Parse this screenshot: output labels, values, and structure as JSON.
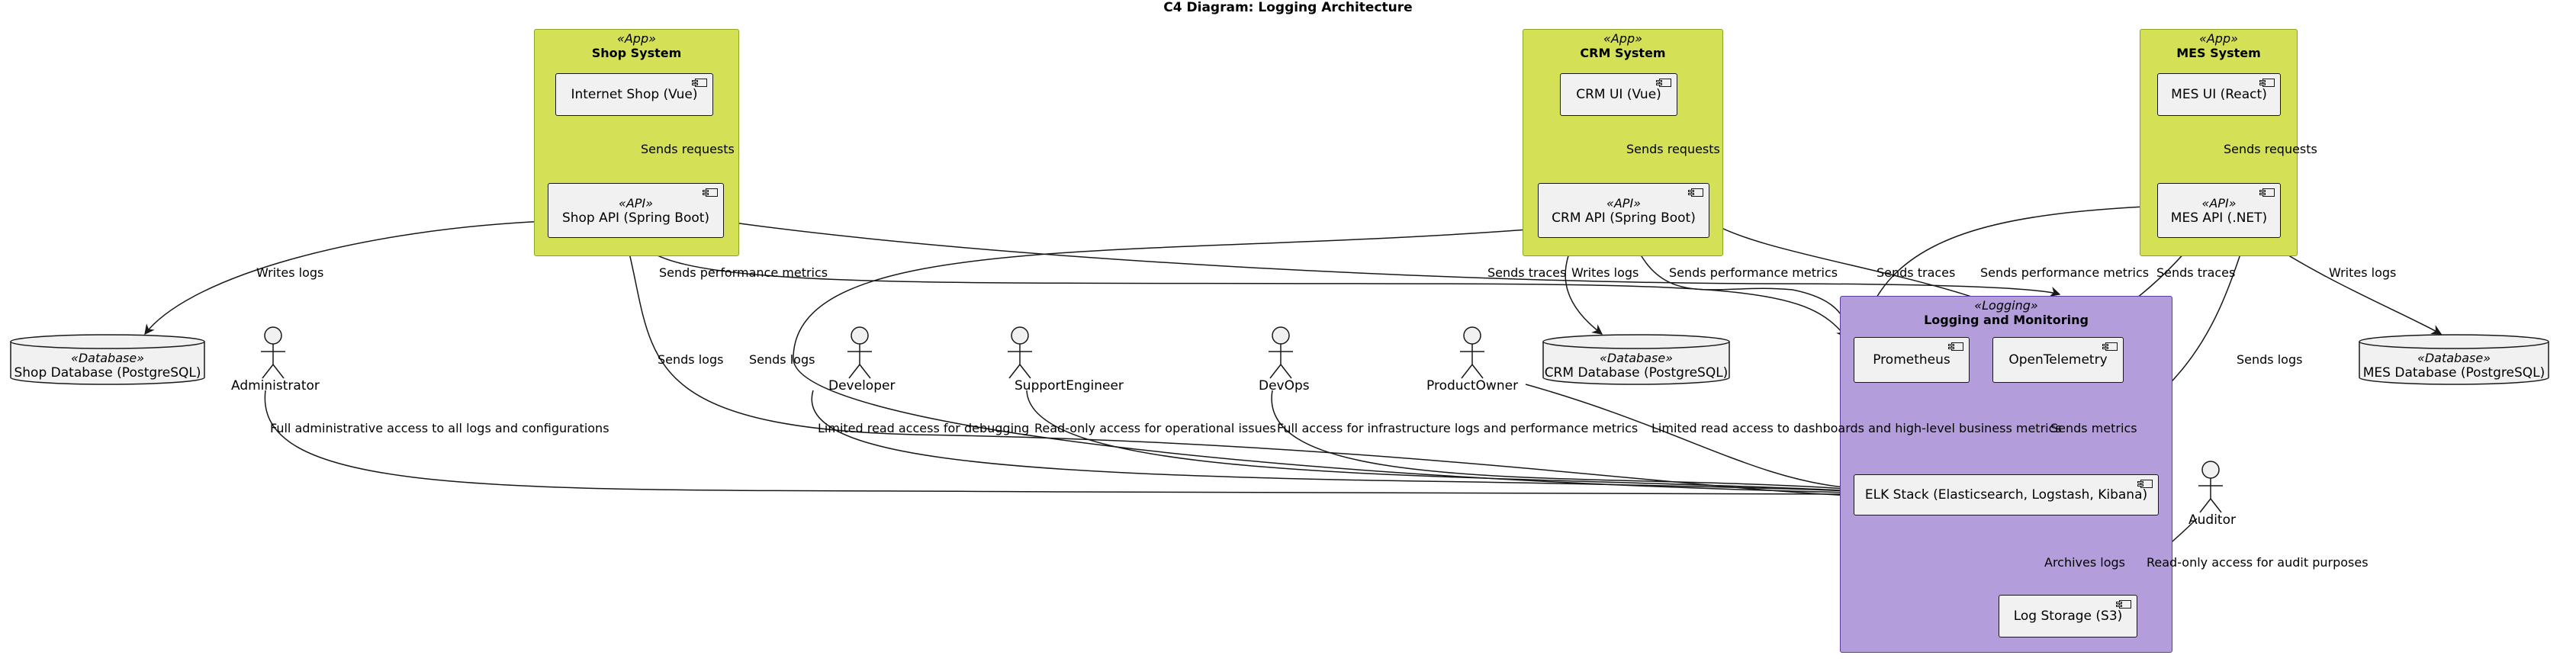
{
  "title": "C4 Diagram: Logging Architecture",
  "packages": {
    "shop": {
      "stereotype": "«App»",
      "name": "Shop System"
    },
    "crm": {
      "stereotype": "«App»",
      "name": "CRM System"
    },
    "mes": {
      "stereotype": "«App»",
      "name": "MES System"
    },
    "logging": {
      "stereotype": "«Logging»",
      "name": "Logging and Monitoring"
    }
  },
  "components": {
    "shop_ui": {
      "name": "Internet Shop (Vue)"
    },
    "shop_api": {
      "stereotype": "«API»",
      "name": "Shop API (Spring Boot)"
    },
    "crm_ui": {
      "name": "CRM UI (Vue)"
    },
    "crm_api": {
      "stereotype": "«API»",
      "name": "CRM API (Spring Boot)"
    },
    "mes_ui": {
      "name": "MES UI (React)"
    },
    "mes_api": {
      "stereotype": "«API»",
      "name": "MES API (.NET)"
    },
    "prometheus": {
      "name": "Prometheus"
    },
    "otel": {
      "name": "OpenTelemetry"
    },
    "elk": {
      "name": "ELK Stack (Elasticsearch, Logstash, Kibana)"
    },
    "s3": {
      "name": "Log Storage (S3)"
    }
  },
  "databases": {
    "shop_db": {
      "stereotype": "«Database»",
      "name": "Shop Database (PostgreSQL)"
    },
    "crm_db": {
      "stereotype": "«Database»",
      "name": "CRM Database (PostgreSQL)"
    },
    "mes_db": {
      "stereotype": "«Database»",
      "name": "MES Database (PostgreSQL)"
    }
  },
  "actors": {
    "administrator": "Administrator",
    "developer": "Developer",
    "support": "SupportEngineer",
    "devops": "DevOps",
    "productowner": "ProductOwner",
    "auditor": "Auditor"
  },
  "edges": {
    "shop_req": "Sends requests",
    "crm_req": "Sends requests",
    "mes_req": "Sends requests",
    "shop_writes": "Writes logs",
    "shop_perf": "Sends performance metrics",
    "shop_traces": "Sends traces",
    "shop_logs": "Sends logs",
    "crm_logs": "Sends logs",
    "crm_writes": "Writes logs",
    "crm_perf": "Sends performance metrics",
    "crm_traces": "Sends traces",
    "mes_perf": "Sends performance metrics",
    "mes_traces": "Sends traces",
    "mes_writes": "Writes logs",
    "mes_logs": "Sends logs",
    "prom_metrics": "Sends metrics",
    "archives": "Archives logs",
    "admin_access": "Full administrative access to all logs and configurations",
    "dev_access": "Limited read access for debugging",
    "support_access": "Read-only access for operational issues",
    "devops_access": "Full access for infrastructure logs and performance metrics",
    "po_access": "Limited read access to dashboards and high-level business metrics",
    "auditor_access": "Read-only access for audit purposes"
  },
  "colors": {
    "app_package": "#d4e157",
    "logging_package": "#b39ddb",
    "component": "#f1f1f1",
    "line": "#181818"
  }
}
